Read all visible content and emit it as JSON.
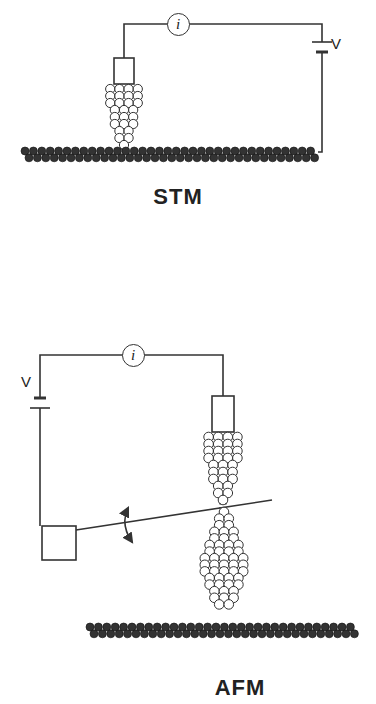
{
  "diagram": {
    "nodes": [
      {
        "text": [
          "i"
        ]
      },
      {
        "text": [
          "i"
        ]
      }
    ],
    "labels": [
      "V",
      "STM",
      "V",
      "AFM"
    ]
  }
}
